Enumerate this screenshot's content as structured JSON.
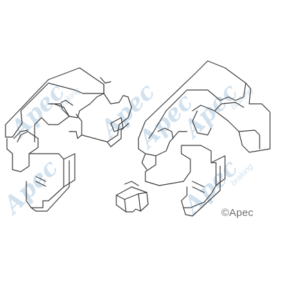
{
  "watermark": {
    "brand": "Apec",
    "tagline": "braking",
    "color": "#c9dcec"
  },
  "copyright_text": "©Apec",
  "parts": [
    {
      "name": "clip-large-left",
      "icon": "brake-pad-fitting-clip"
    },
    {
      "name": "clip-large-right",
      "icon": "brake-pad-fitting-clip"
    },
    {
      "name": "clip-small",
      "icon": "small-retaining-clip"
    }
  ],
  "line_color": "#3a3a3a"
}
